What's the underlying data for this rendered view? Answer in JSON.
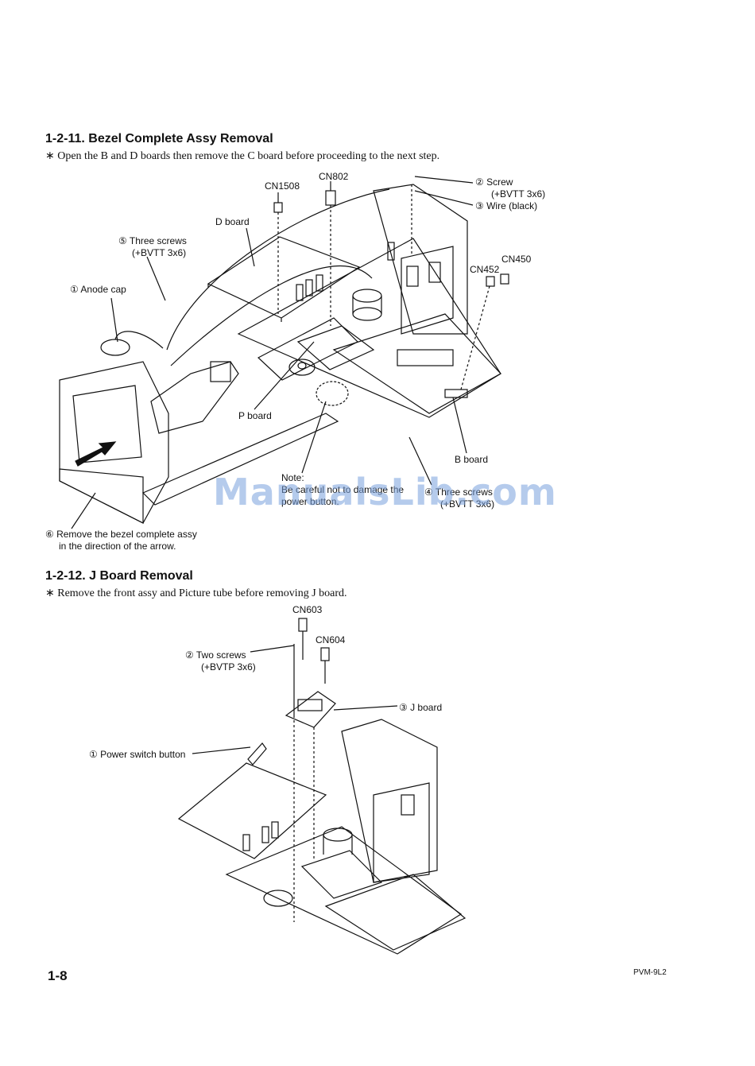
{
  "section1": {
    "heading": "1-2-11. Bezel Complete Assy Removal",
    "note": "∗ Open the B and D boards then remove the C board before proceeding to the next step.",
    "labels": {
      "cn1508": "CN1508",
      "cn802": "CN802",
      "screw": "② Screw",
      "screw_spec": "(+BVTT 3x6)",
      "wire": "③ Wire (black)",
      "d_board": "D board",
      "three_screws_5": "⑤ Three screws",
      "three_screws_5_spec": "(+BVTT 3x6)",
      "cn452": "CN452",
      "cn450": "CN450",
      "anode_cap": "① Anode cap",
      "p_board": "P board",
      "b_board": "B board",
      "note_title": "Note:",
      "note_line1": "Be careful not to damage the",
      "note_line2": "power button.",
      "three_screws_4": "④ Three screws",
      "three_screws_4_spec": "(+BVTT 3x6)",
      "remove_bezel_1": "⑥ Remove the bezel complete assy",
      "remove_bezel_2": "in the direction of the arrow."
    }
  },
  "section2": {
    "heading": "1-2-12. J Board Removal",
    "note": "∗ Remove the front assy and Picture tube before removing J board.",
    "labels": {
      "cn603": "CN603",
      "cn604": "CN604",
      "two_screws": "② Two screws",
      "two_screws_spec": "(+BVTP 3x6)",
      "j_board": "③ J board",
      "power_switch": "① Power switch button"
    }
  },
  "footer": {
    "page_number": "1-8",
    "model": "PVM-9L2"
  },
  "watermark": "ManualsLib.com"
}
